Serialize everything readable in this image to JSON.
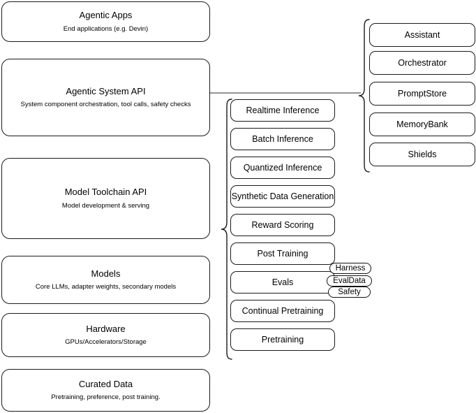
{
  "diagram": {
    "title": "Agentic AI Stack Architecture",
    "stroke_color": "#1a1a1a",
    "background_color": "#ffffff"
  },
  "left_column": {
    "name": "stack-layers",
    "boxes": [
      {
        "title": "Agentic Apps",
        "subtitle": "End applications (e.g. Devin)"
      },
      {
        "title": "Agentic System API",
        "subtitle": "System component orchestration, tool calls, safety checks"
      },
      {
        "title": "Model Toolchain API",
        "subtitle": "Model development & serving"
      },
      {
        "title": "Models",
        "subtitle": "Core LLMs, adapter weights, secondary models"
      },
      {
        "title": "Hardware",
        "subtitle": "GPUs/Accelerators/Storage"
      },
      {
        "title": "Curated Data",
        "subtitle": "Pretraining, preference, post training."
      }
    ]
  },
  "middle_column": {
    "name": "model-toolchain-capabilities",
    "boxes": [
      {
        "label": "Realtime Inference"
      },
      {
        "label": "Batch Inference"
      },
      {
        "label": "Quantized Inference"
      },
      {
        "label": "Synthetic Data Generation"
      },
      {
        "label": "Reward Scoring"
      },
      {
        "label": "Post Training"
      },
      {
        "label": "Evals"
      },
      {
        "label": "Continual Pretraining"
      },
      {
        "label": "Pretraining"
      }
    ],
    "pills": [
      {
        "label": "Harness"
      },
      {
        "label": "EvalData"
      },
      {
        "label": "Safety"
      }
    ]
  },
  "right_column": {
    "name": "agentic-system-components",
    "boxes": [
      {
        "label": "Assistant"
      },
      {
        "label": "Orchestrator"
      },
      {
        "label": "PromptStore"
      },
      {
        "label": "MemoryBank"
      },
      {
        "label": "Shields"
      }
    ]
  },
  "connectors": {
    "middle_brace": "curly-brace-left",
    "right_brace": "curly-brace-left",
    "api_link_line": "horizontal-line"
  }
}
